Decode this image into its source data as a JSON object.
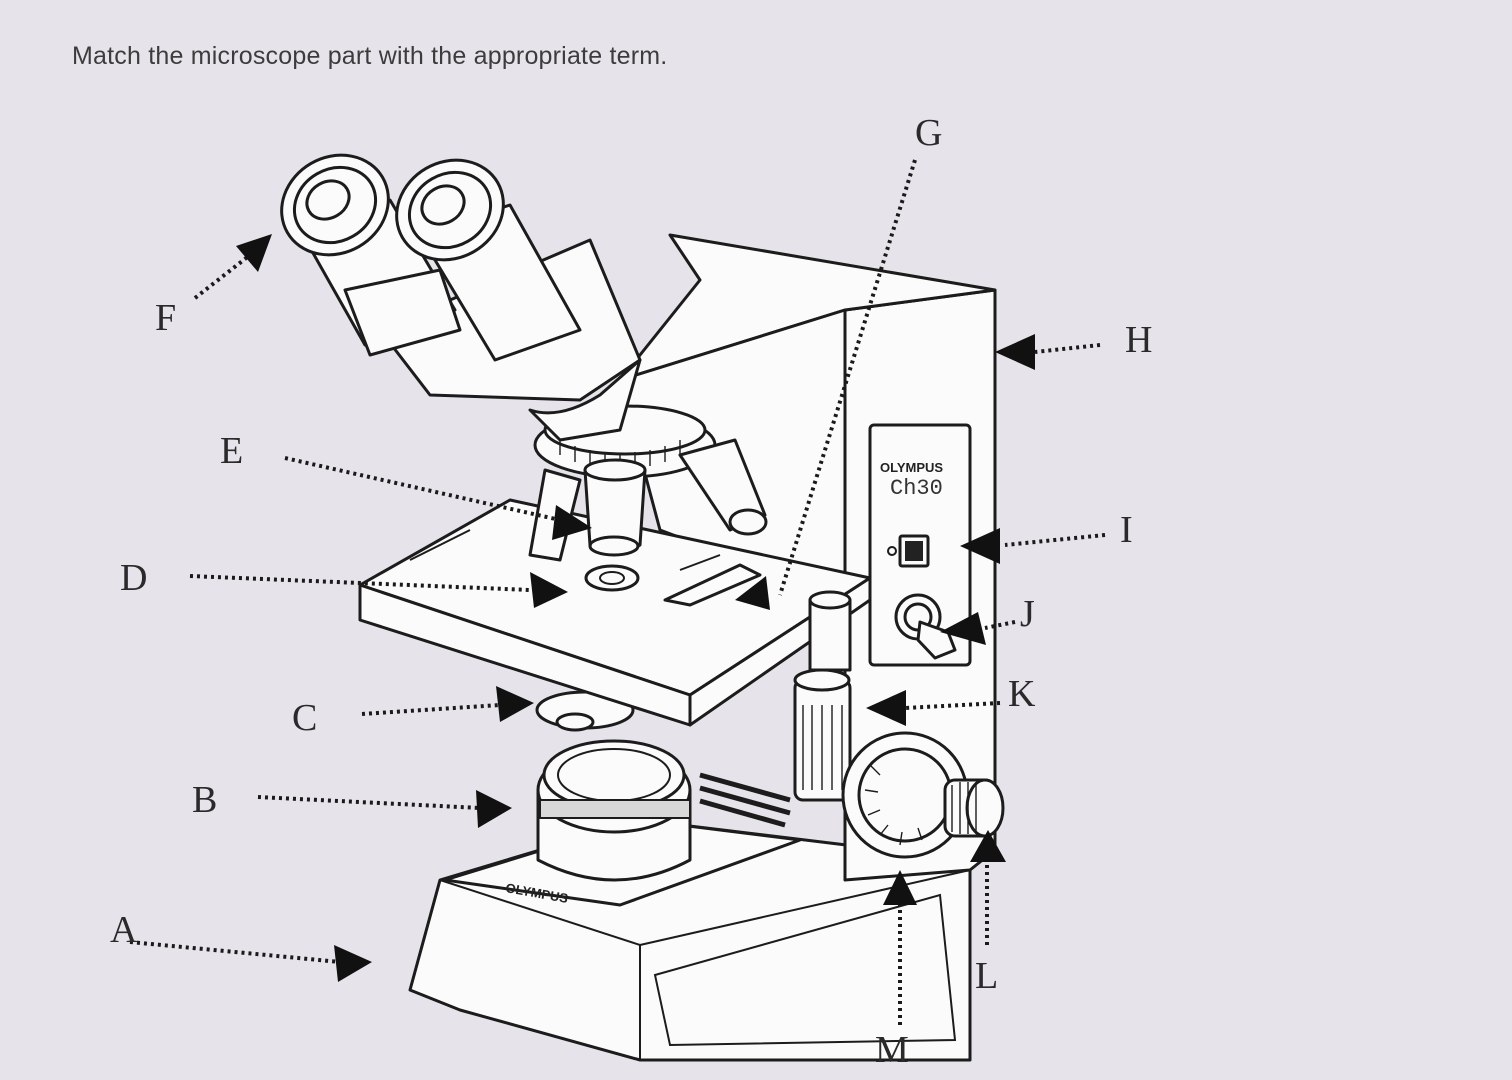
{
  "question": "Match the microscope part with the appropriate term.",
  "labels": {
    "A": "A",
    "B": "B",
    "C": "C",
    "D": "D",
    "E": "E",
    "F": "F",
    "G": "G",
    "H": "H",
    "I": "I",
    "J": "J",
    "K": "K",
    "L": "L",
    "M": "M"
  },
  "brand_plate": {
    "brand": "OLYMPUS",
    "model": "Ch30"
  },
  "base_brand": "OLYMPUS"
}
